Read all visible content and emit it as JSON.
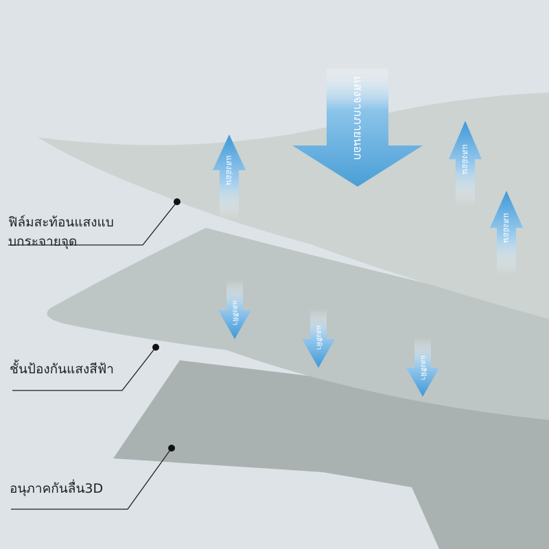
{
  "callouts": {
    "reflective_film_line1": "ฟิล์มสะท้อนแสงแบ",
    "reflective_film_line2": "บกระจายจุด",
    "blue_light_layer": "ชั้นป้องกันแสงสีฟ้า",
    "anti_glare_particles": "อนุภาคกันลื่น3D"
  },
  "arrows": {
    "incoming_strong_light": "แสงจากภายนอก",
    "soft_light_up": "แสงอ่อน",
    "harmful_light_down": "แสงสีฟ้า"
  },
  "colors": {
    "background": "#dde3e7",
    "layer_top": "#ccd3d1",
    "layer_middle": "#bcc5c4",
    "layer_bottom": "#a9b2b1",
    "arrow_blue": "#4a9fd6"
  }
}
